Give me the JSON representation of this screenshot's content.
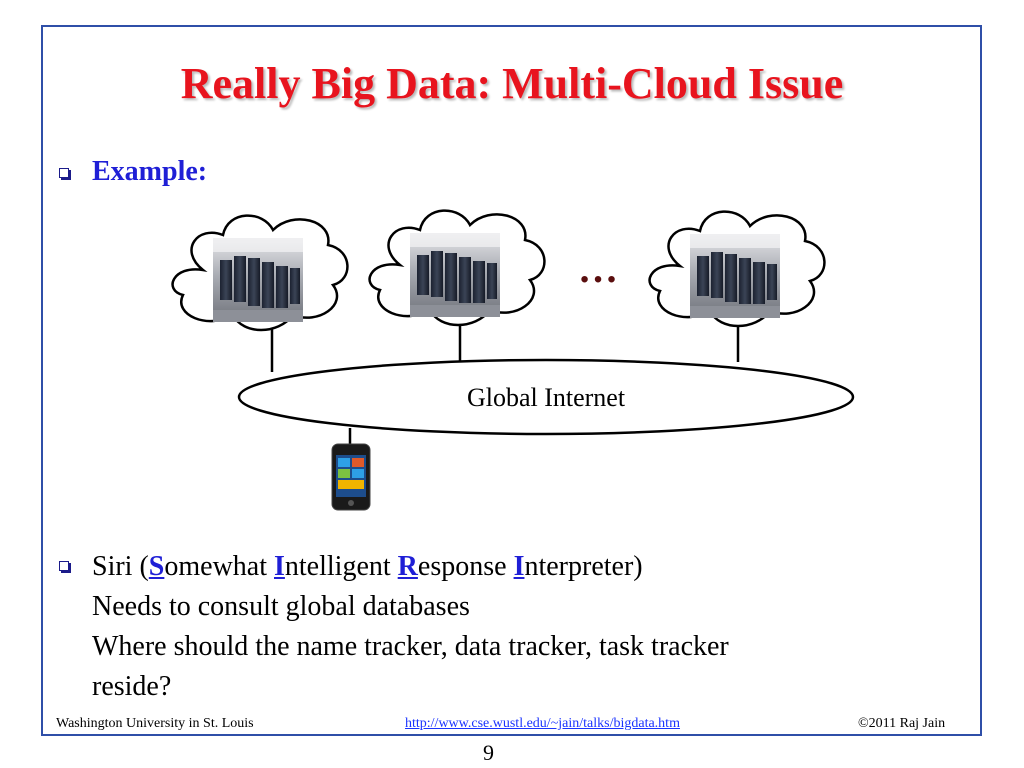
{
  "slide": {
    "title": "Really Big Data: Multi-Cloud Issue",
    "bullet1": "Example:",
    "diagram": {
      "internet_label": "Global Internet",
      "ellipsis": "…"
    },
    "bullet2": {
      "p1": "Siri (",
      "s": "S",
      "p2": "omewhat ",
      "i1": "I",
      "p3": "ntelligent ",
      "r": "R",
      "p4": "esponse ",
      "i2": "I",
      "p5": "nterpreter)",
      "line2": "Needs to consult global databases",
      "line3": "Where should the name tracker, data tracker, task tracker",
      "line4": "reside?"
    },
    "footer": {
      "left": "Washington University in St. Louis",
      "center": "http://www.cse.wustl.edu/~jain/talks/bigdata.htm",
      "right": "©2011 Raj Jain"
    },
    "page_number": "9"
  }
}
